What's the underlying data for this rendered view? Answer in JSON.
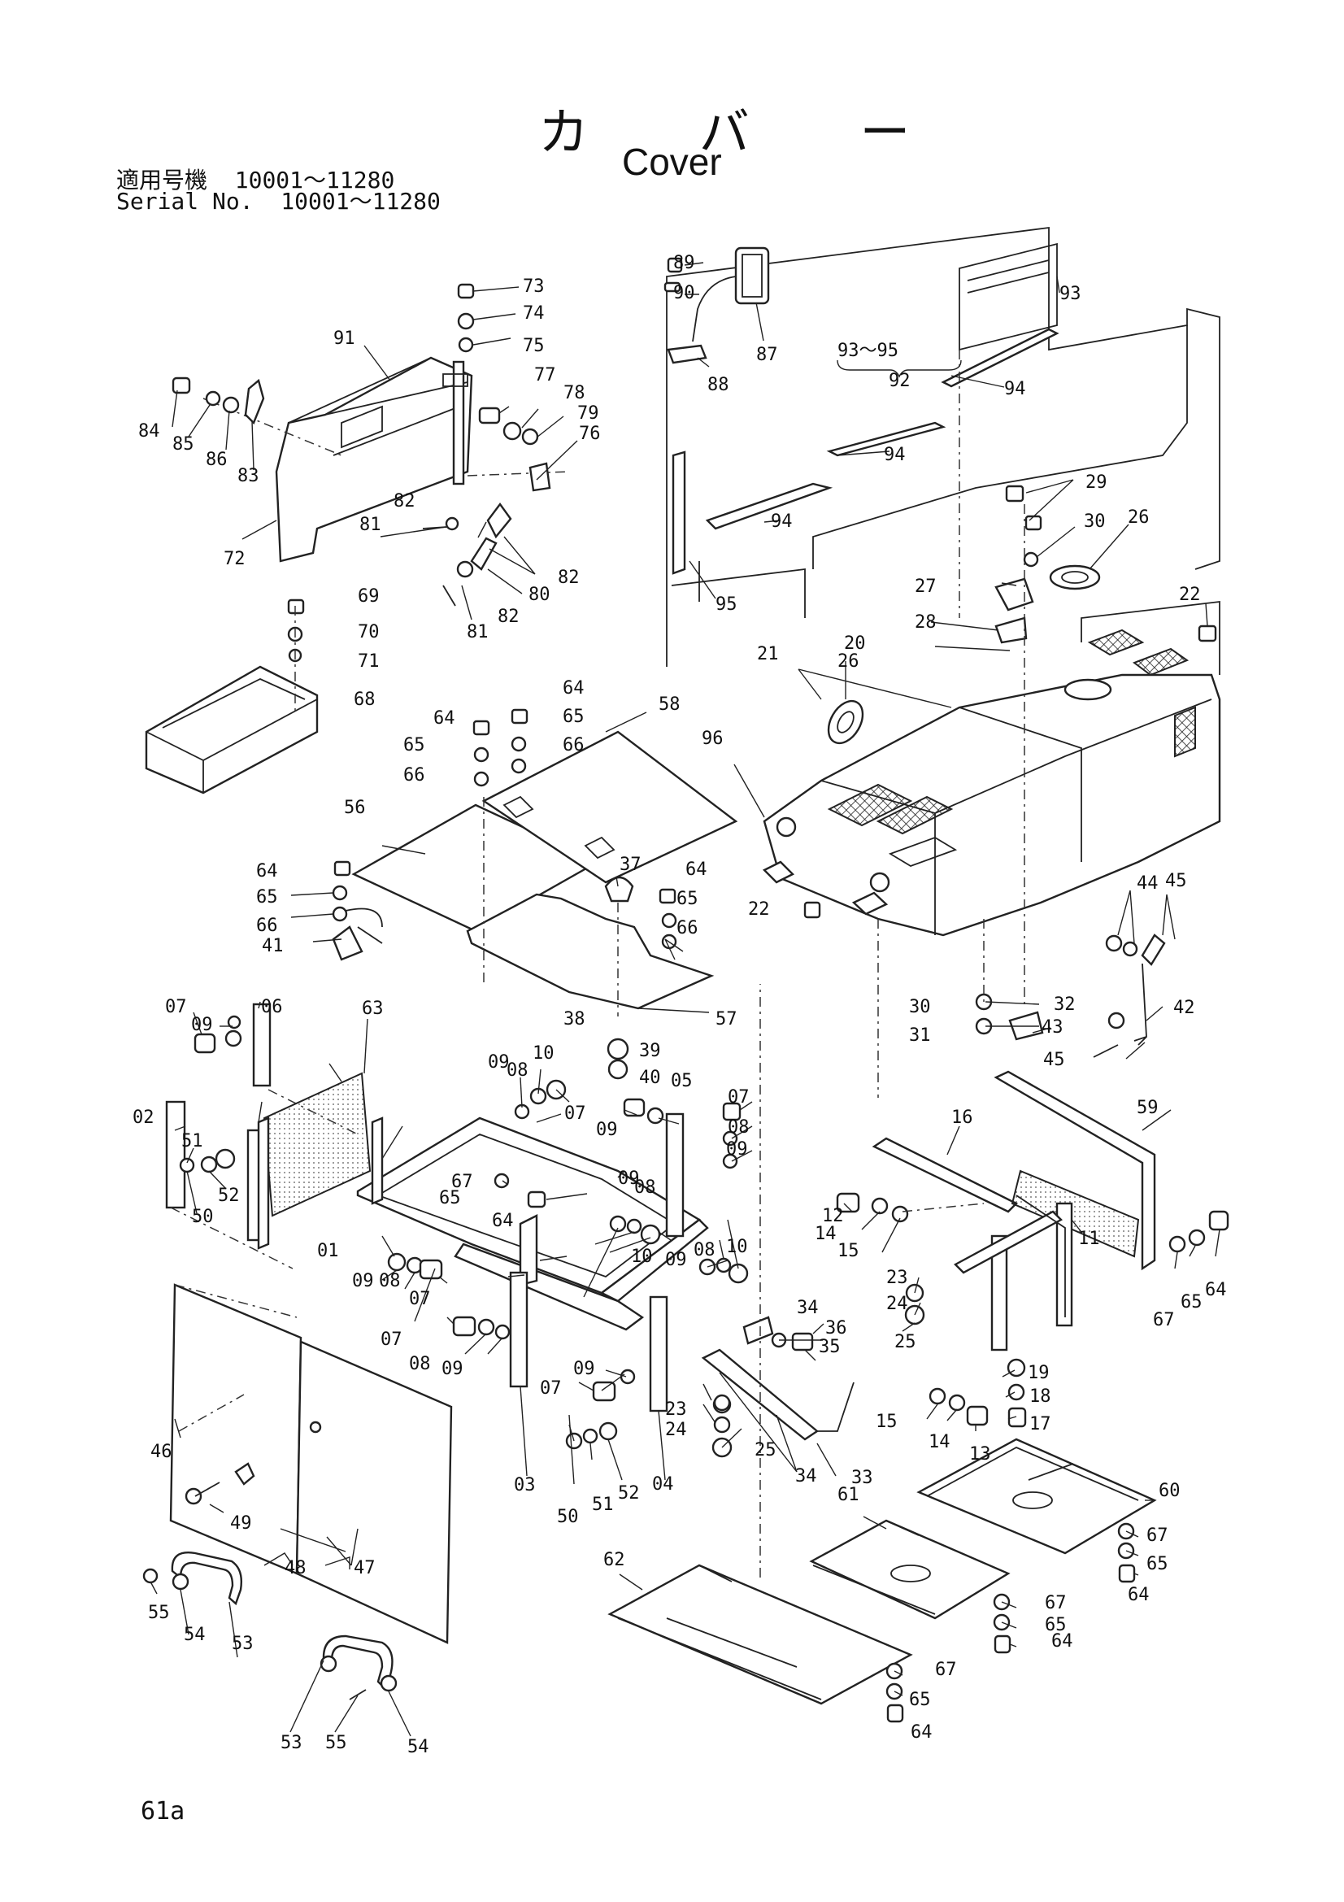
{
  "title": {
    "japanese": "カ バ ー",
    "english": "Cover"
  },
  "serial": {
    "label_jp": "適用号機",
    "range_jp": "10001～11280",
    "label_en": "Serial No.",
    "range_en": "10001～11280"
  },
  "group_label": "93～95",
  "page_number": "61a",
  "callouts": [
    "01",
    "02",
    "03",
    "04",
    "05",
    "06",
    "07",
    "08",
    "09",
    "10",
    "11",
    "12",
    "13",
    "14",
    "15",
    "16",
    "17",
    "18",
    "19",
    "20",
    "21",
    "22",
    "23",
    "24",
    "25",
    "26",
    "27",
    "28",
    "29",
    "30",
    "31",
    "32",
    "33",
    "34",
    "35",
    "36",
    "37",
    "38",
    "39",
    "40",
    "41",
    "42",
    "43",
    "44",
    "45",
    "46",
    "47",
    "48",
    "49",
    "50",
    "51",
    "52",
    "53",
    "54",
    "55",
    "56",
    "57",
    "58",
    "59",
    "60",
    "61",
    "62",
    "63",
    "64",
    "65",
    "66",
    "67",
    "68",
    "69",
    "70",
    "71",
    "72",
    "73",
    "74",
    "75",
    "76",
    "77",
    "78",
    "79",
    "80",
    "81",
    "82",
    "83",
    "84",
    "85",
    "86",
    "87",
    "88",
    "89",
    "90",
    "91",
    "92",
    "93",
    "94",
    "95",
    "96"
  ]
}
